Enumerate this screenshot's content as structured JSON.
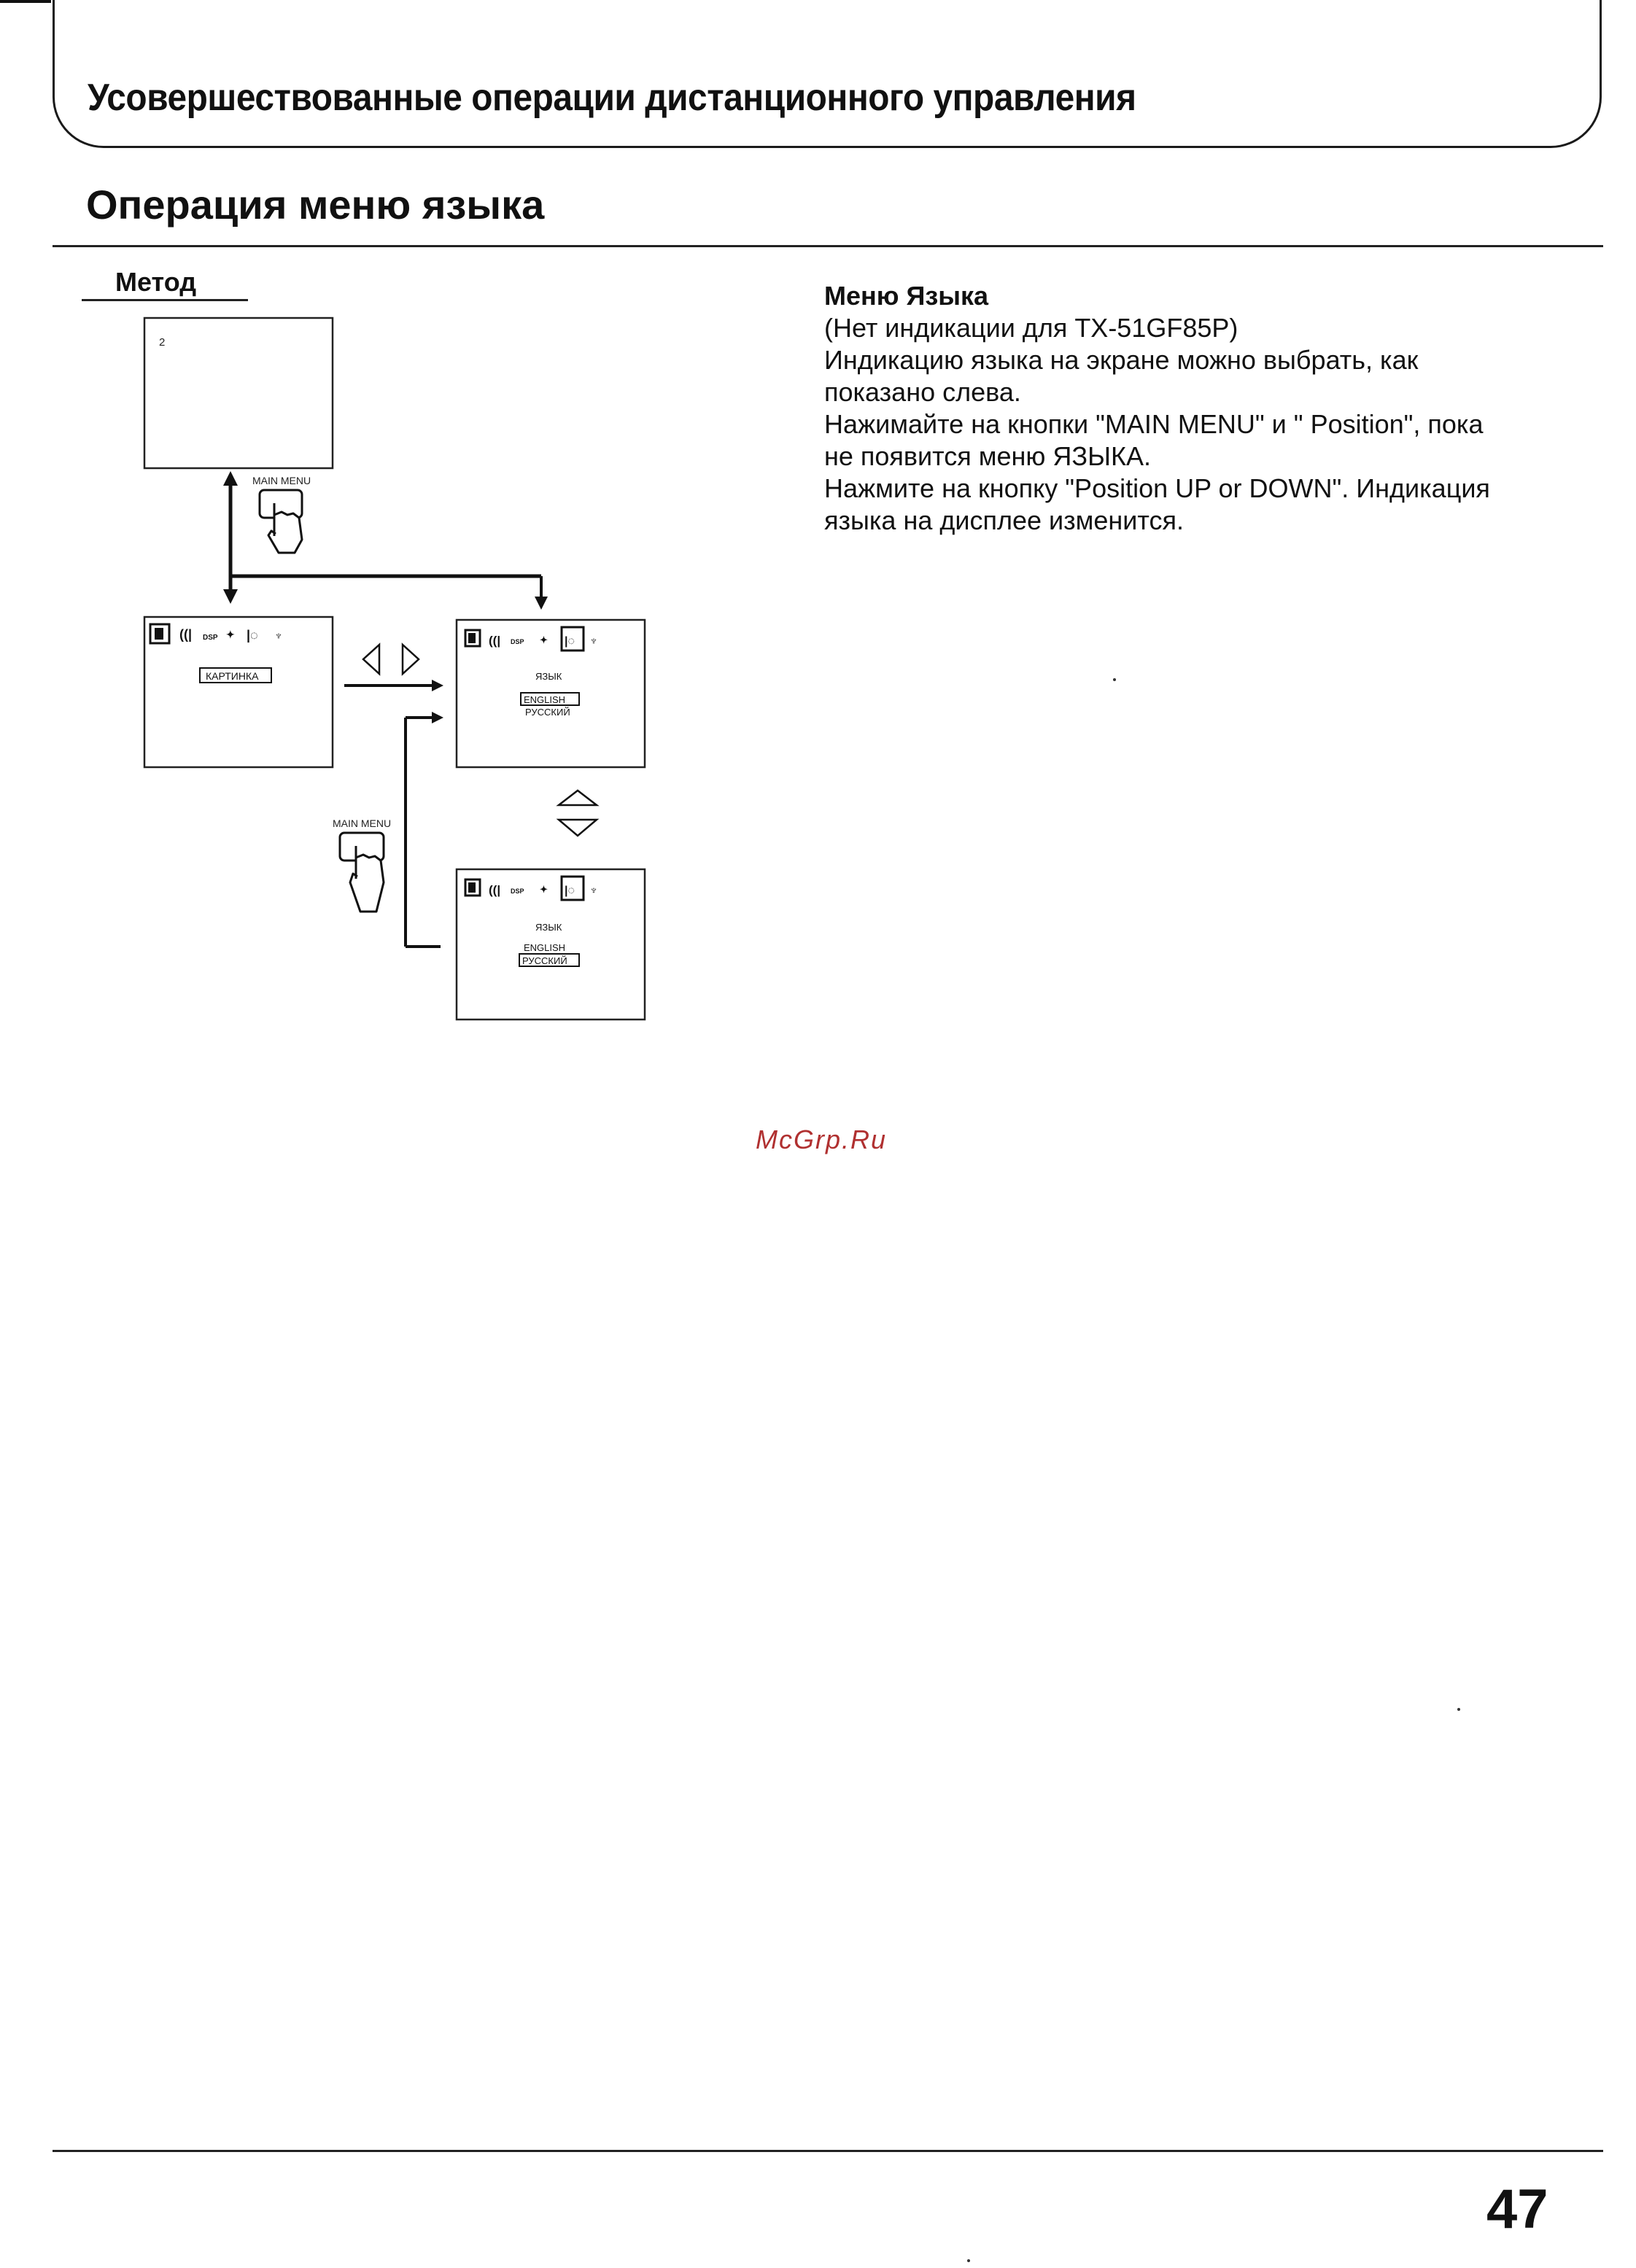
{
  "header": {
    "section_title": "Усовершествованные операции дистанционного управления",
    "page_heading": "Операция меню языка"
  },
  "method": {
    "label": "Метод"
  },
  "diagram": {
    "channel_display": "2",
    "main_menu_label": "MAIN MENU",
    "picture_label": "КАРТИНКА",
    "language_label": "ЯЗЫК",
    "option_english": "ENGLISH",
    "option_russian": "РУССКИЙ",
    "dsp_icon_text": "DSP"
  },
  "instructions": {
    "title": "Меню Языка",
    "lines": [
      "(Нет индикации для TX-51GF85P)",
      "Индикацию языка на экране можно выбрать, как",
      "показано слева.",
      "Нажимайте на кнопки \"MAIN MENU\" и \" Position\", пока",
      "не появится меню ЯЗЫКА.",
      "Нажмите на кнопку \"Position UP or DOWN\". Индикация",
      "языка на дисплее изменится."
    ]
  },
  "watermark": "McGrp.Ru",
  "footer": {
    "page_number": "47"
  }
}
